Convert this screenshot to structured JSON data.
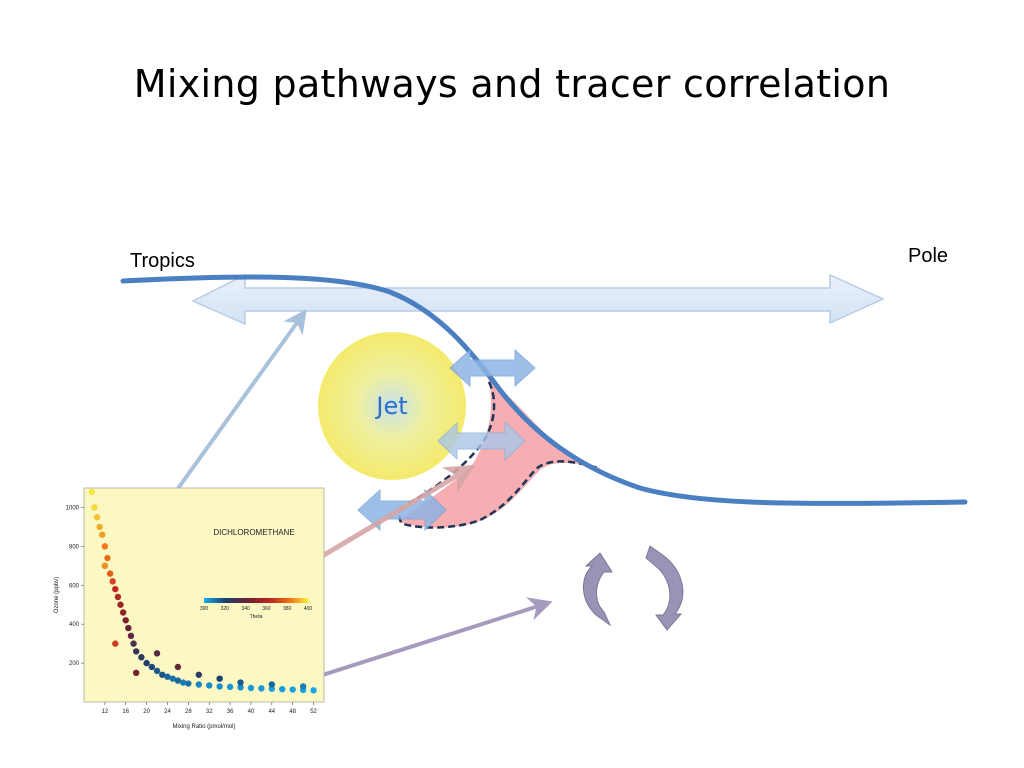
{
  "slide": {
    "title": "Mixing pathways and tracer correlation",
    "labels": {
      "tropics": "Tropics",
      "pole": "Pole",
      "jet": "Jet"
    }
  },
  "colors": {
    "tropopause": "#4a7fc1",
    "jet_fill": "#f4ea6c",
    "jet_text": "#2a6fc9",
    "mixing_region": "#f4a0a4",
    "transport_arrow": "#dce8f6",
    "exchange_arrow": "#8eb4e3",
    "chart_bg": "#fbf8c4"
  },
  "chart_data": {
    "type": "scatter",
    "title": "DICHLOROMETHANE",
    "xlabel": "Mixing Ratio (pmol/mol)",
    "ylabel": "Ozone (ppbv)",
    "xlim": [
      8,
      54
    ],
    "ylim": [
      0,
      1100
    ],
    "x_ticks": [
      12,
      16,
      20,
      24,
      28,
      32,
      36,
      40,
      44,
      48,
      52
    ],
    "y_ticks": [
      200,
      400,
      600,
      800,
      1000
    ],
    "grid": false,
    "colorbar": {
      "label": "Theta",
      "ticks": [
        300,
        320,
        340,
        360,
        380,
        400
      ],
      "range": [
        300,
        400
      ]
    },
    "points_approx": [
      [
        9.5,
        1080,
        400
      ],
      [
        10,
        1000,
        398
      ],
      [
        10.5,
        950,
        395
      ],
      [
        11,
        900,
        392
      ],
      [
        11.5,
        860,
        390
      ],
      [
        12,
        800,
        385
      ],
      [
        12.5,
        740,
        382
      ],
      [
        12,
        700,
        388
      ],
      [
        13,
        660,
        378
      ],
      [
        13.5,
        620,
        372
      ],
      [
        14,
        580,
        365
      ],
      [
        14.5,
        540,
        360
      ],
      [
        15,
        500,
        355
      ],
      [
        15.5,
        460,
        352
      ],
      [
        16,
        420,
        345
      ],
      [
        16.5,
        380,
        340
      ],
      [
        17,
        340,
        338
      ],
      [
        17.5,
        300,
        333
      ],
      [
        18,
        260,
        328
      ],
      [
        19,
        230,
        325
      ],
      [
        20,
        200,
        322
      ],
      [
        21,
        180,
        318
      ],
      [
        22,
        160,
        315
      ],
      [
        23,
        140,
        316
      ],
      [
        24,
        130,
        312
      ],
      [
        25,
        120,
        310
      ],
      [
        26,
        110,
        312
      ],
      [
        27,
        100,
        308
      ],
      [
        28,
        95,
        310
      ],
      [
        30,
        90,
        306
      ],
      [
        32,
        85,
        305
      ],
      [
        34,
        80,
        304
      ],
      [
        36,
        78,
        303
      ],
      [
        38,
        75,
        304
      ],
      [
        40,
        72,
        302
      ],
      [
        42,
        70,
        303
      ],
      [
        44,
        68,
        301
      ],
      [
        46,
        66,
        302
      ],
      [
        48,
        64,
        301
      ],
      [
        50,
        62,
        300
      ],
      [
        52,
        60,
        300
      ],
      [
        14,
        300,
        370
      ],
      [
        18,
        150,
        345
      ],
      [
        22,
        250,
        335
      ],
      [
        26,
        180,
        340
      ],
      [
        30,
        140,
        325
      ],
      [
        34,
        120,
        320
      ],
      [
        38,
        100,
        315
      ],
      [
        44,
        90,
        312
      ],
      [
        50,
        80,
        308
      ]
    ]
  }
}
